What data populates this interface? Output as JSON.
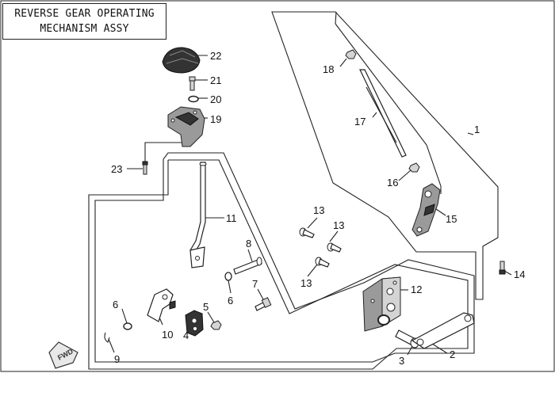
{
  "title": {
    "line1": "REVERSE GEAR OPERATING",
    "line2": "MECHANISM ASSY"
  },
  "fwd_label": "FWD",
  "callouts": {
    "c1": "1",
    "c2": "2",
    "c3": "3",
    "c4": "4",
    "c5": "5",
    "c6a": "6",
    "c6b": "6",
    "c7": "7",
    "c8": "8",
    "c9": "9",
    "c10": "10",
    "c11": "11",
    "c12": "12",
    "c13a": "13",
    "c13b": "13",
    "c13c": "13",
    "c14": "14",
    "c15": "15",
    "c16": "16",
    "c17": "17",
    "c18": "18",
    "c19": "19",
    "c20": "20",
    "c21": "21",
    "c22": "22",
    "c23": "23"
  }
}
